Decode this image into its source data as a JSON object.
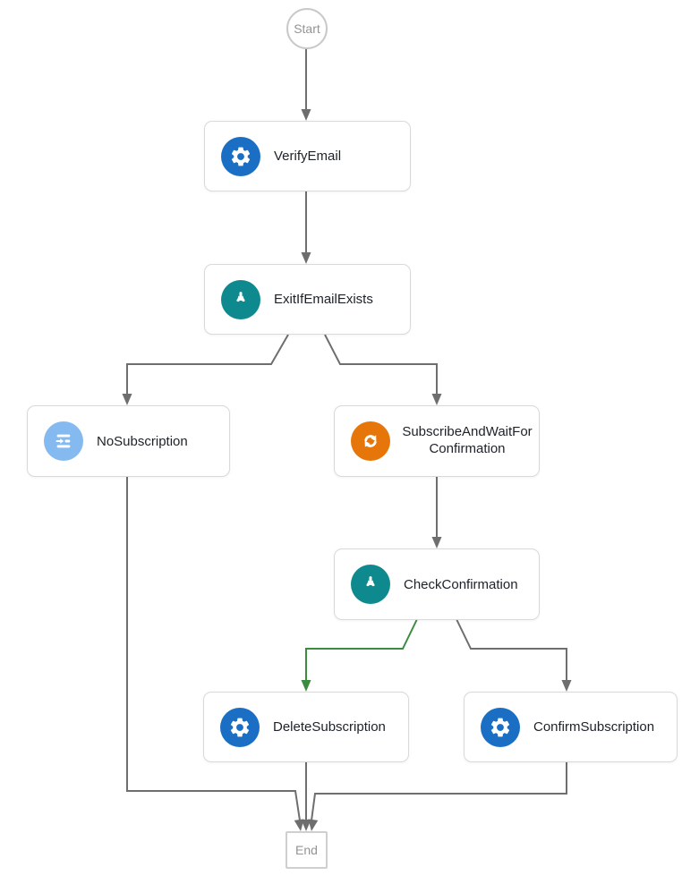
{
  "diagram": {
    "start": {
      "label": "Start"
    },
    "end": {
      "label": "End"
    },
    "nodes": [
      {
        "id": "verify-email",
        "type": "task",
        "label": "VerifyEmail",
        "icon": "gear-icon"
      },
      {
        "id": "exit-if-email-exists",
        "type": "choice",
        "label": "ExitIfEmailExists",
        "icon": "branch-icon"
      },
      {
        "id": "no-subscription",
        "type": "pass",
        "label": "NoSubscription",
        "icon": "pass-icon"
      },
      {
        "id": "subscribe-and-wait-for-confirmation",
        "type": "callback-task",
        "label": "SubscribeAndWaitForConfirmation",
        "icon": "sync-icon"
      },
      {
        "id": "check-confirmation",
        "type": "choice",
        "label": "CheckConfirmation",
        "icon": "branch-icon"
      },
      {
        "id": "delete-subscription",
        "type": "task",
        "label": "DeleteSubscription",
        "icon": "gear-icon"
      },
      {
        "id": "confirm-subscription",
        "type": "task",
        "label": "ConfirmSubscription",
        "icon": "gear-icon"
      }
    ],
    "colors": {
      "task": "#1a6fc4",
      "choice": "#0e8a8e",
      "pass": "#85baf0",
      "callback": "#e67609",
      "edge": "#6e6e6e",
      "edge_success": "#3c8c40"
    }
  }
}
